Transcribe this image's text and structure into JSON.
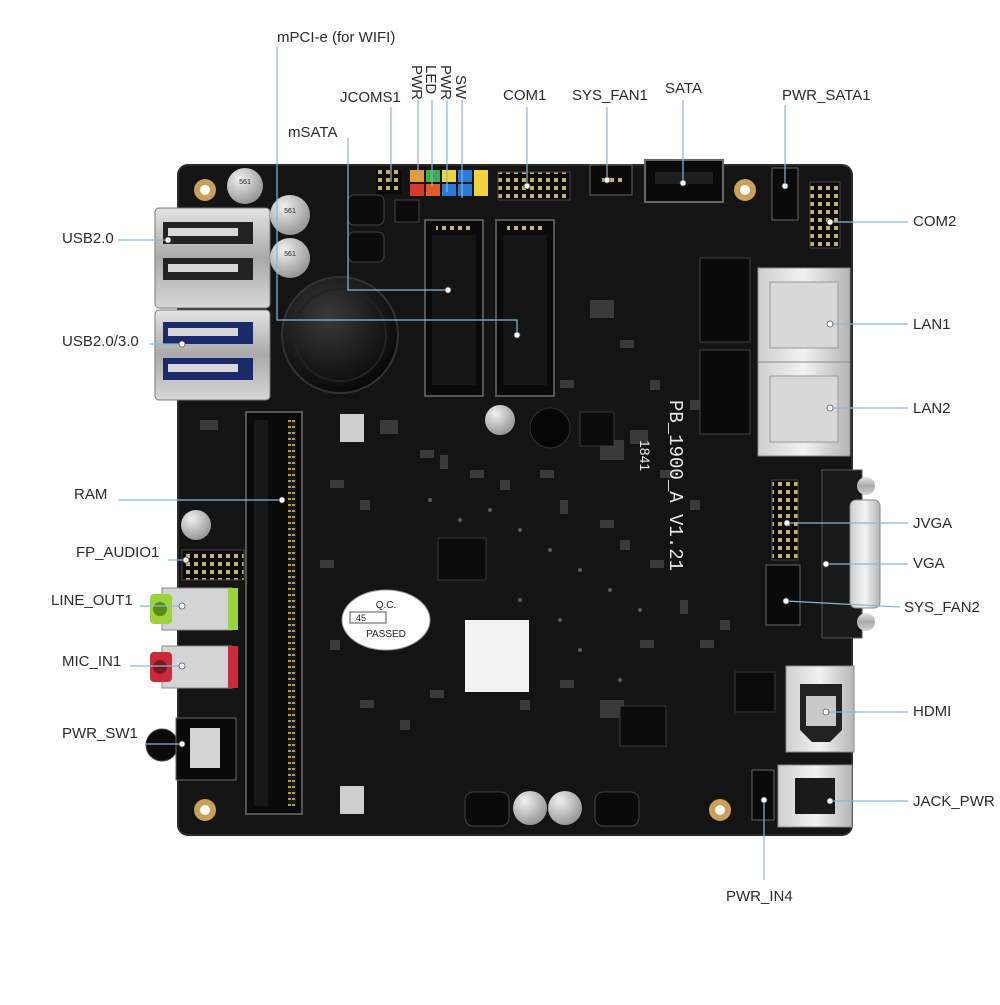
{
  "labels": {
    "mpcie": "mPCI-e (for WIFI)",
    "jcoms1": "JCOMS1",
    "pwr": "PWR",
    "led": "LED",
    "pwr2": "PWR",
    "sw": "SW",
    "com1": "COM1",
    "sys_fan1": "SYS_FAN1",
    "sata": "SATA",
    "pwr_sata1": "PWR_SATA1",
    "msata": "mSATA",
    "usb20": "USB2.0",
    "com2": "COM2",
    "usb2030": "USB2.0/3.0",
    "lan1": "LAN1",
    "lan2": "LAN2",
    "ram": "RAM",
    "jvga": "JVGA",
    "fp_audio1": "FP_AUDIO1",
    "vga": "VGA",
    "line_out1": "LINE_OUT1",
    "sys_fan2": "SYS_FAN2",
    "mic_in1": "MIC_IN1",
    "hdmi": "HDMI",
    "pwr_sw1": "PWR_SW1",
    "jack_pwr": "JACK_PWR",
    "pwr_in4": "PWR_IN4"
  },
  "board": {
    "model_text": "PB_1900_A V1.21",
    "date_code": "1841",
    "qc_sticker": {
      "title": "Q.C.",
      "number": "45",
      "status": "PASSED"
    },
    "capacitor_text": "561",
    "battery_text": "",
    "colors": {
      "pcb": "#141414",
      "leader": "#8ab6d6",
      "port_metal": "#b8b8b8",
      "line_out_green": "#9ad33a",
      "mic_in_red": "#cc2a3a",
      "hdmi_metal": "#c9c9c9"
    }
  }
}
